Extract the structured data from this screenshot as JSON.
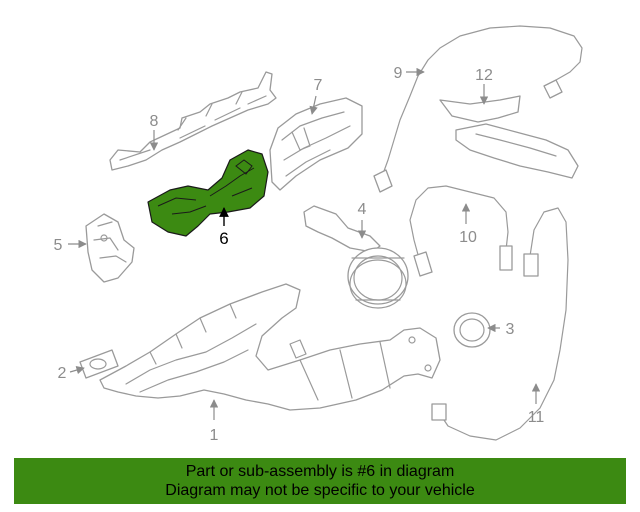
{
  "callouts": {
    "c1": "1",
    "c2": "2",
    "c3": "3",
    "c4": "4",
    "c5": "5",
    "c6": "6",
    "c7": "7",
    "c8": "8",
    "c9": "9",
    "c10": "10",
    "c11": "11",
    "c12": "12"
  },
  "banner": {
    "line1": "Part or sub-assembly is #6 in diagram",
    "line2": "Diagram may not be specific to your vehicle"
  },
  "colors": {
    "highlight": "#3c8a12",
    "line": "#9a9a9a"
  }
}
